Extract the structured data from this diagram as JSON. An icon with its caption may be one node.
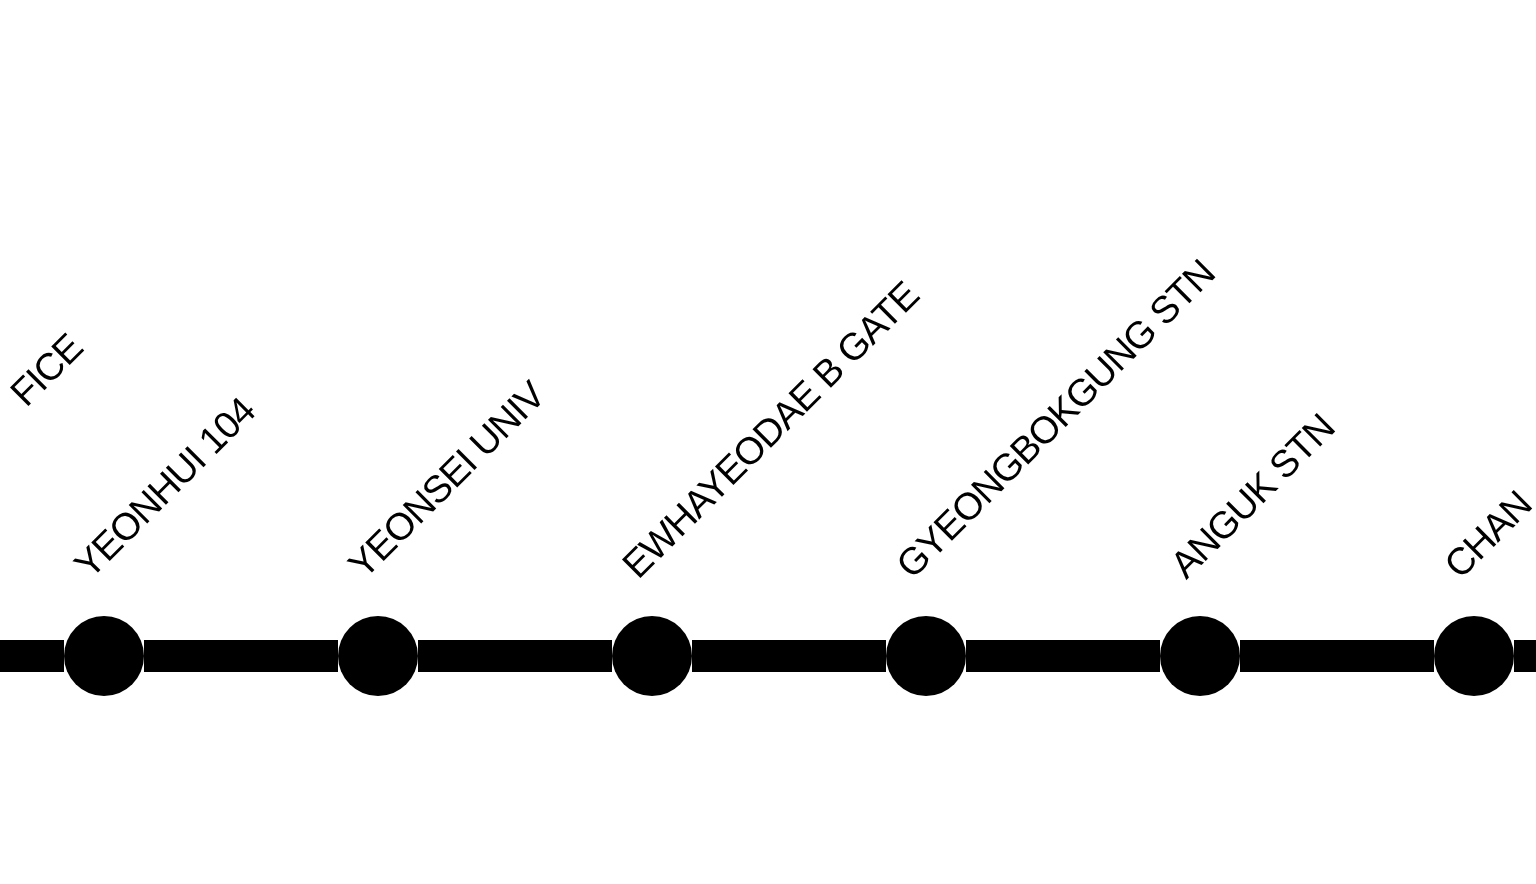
{
  "diagram": {
    "nodes": [
      {
        "text": [],
        "shape": "circle",
        "beside": [
          "YEONHUI 104"
        ]
      },
      {
        "text": [],
        "shape": "circle",
        "beside": [
          "YEONSEI UNIV"
        ]
      },
      {
        "text": [],
        "shape": "circle",
        "beside": [
          "EWHAYEODAE B GATE"
        ]
      },
      {
        "text": [],
        "shape": "circle",
        "beside": [
          "GYEONGBOKGUNG STN"
        ]
      },
      {
        "text": [],
        "shape": "circle",
        "beside": [
          "ANGUK STN"
        ]
      },
      {
        "text": [],
        "shape": "circle",
        "beside": [
          "CHAN"
        ]
      }
    ],
    "edges": [
      {
        "from": null,
        "to": 0,
        "arrow": "none"
      },
      {
        "from": 0,
        "to": 1,
        "arrow": "none"
      },
      {
        "from": 1,
        "to": 2,
        "arrow": "none"
      },
      {
        "from": 2,
        "to": 3,
        "arrow": "none"
      },
      {
        "from": 3,
        "to": 4,
        "arrow": "none"
      },
      {
        "from": 4,
        "to": 5,
        "arrow": "none"
      },
      {
        "from": 5,
        "to": null,
        "arrow": "none"
      }
    ],
    "labels": [
      "FICE"
    ]
  }
}
